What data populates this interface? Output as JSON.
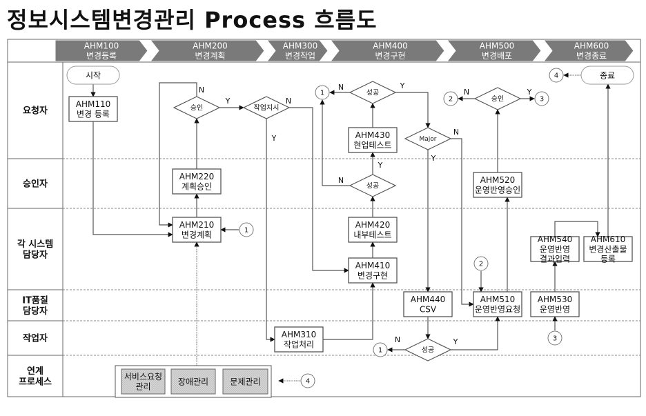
{
  "title": "정보시스템변경관리 Process 흐름도",
  "phases": [
    {
      "code": "AHM100",
      "name": "변경등록"
    },
    {
      "code": "AHM200",
      "name": "변경계획"
    },
    {
      "code": "AHM300",
      "name": "변경작업"
    },
    {
      "code": "AHM400",
      "name": "변경구현"
    },
    {
      "code": "AHM500",
      "name": "변경배포"
    },
    {
      "code": "AHM600",
      "name": "변경종료"
    }
  ],
  "lanes": [
    {
      "id": "requester",
      "lines": [
        "요청자"
      ]
    },
    {
      "id": "approver",
      "lines": [
        "승인자"
      ]
    },
    {
      "id": "system-owner",
      "lines": [
        "각 시스템",
        "담당자"
      ]
    },
    {
      "id": "it-quality",
      "lines": [
        "IT품질",
        "담당자"
      ]
    },
    {
      "id": "worker",
      "lines": [
        "작업자"
      ]
    },
    {
      "id": "linked-process",
      "lines": [
        "연계",
        "프로세스"
      ]
    }
  ],
  "terminals": {
    "start": "시작",
    "end": "종료"
  },
  "tasks": {
    "ahm110": [
      "AHM110",
      "변경 등록"
    ],
    "ahm210": [
      "AHM210",
      "변경계획"
    ],
    "ahm220": [
      "AHM220",
      "계획승인"
    ],
    "ahm310": [
      "AHM310",
      "작업처리"
    ],
    "ahm410": [
      "AHM410",
      "변경구현"
    ],
    "ahm420": [
      "AHM420",
      "내부테스트"
    ],
    "ahm430": [
      "AHM430",
      "현업테스트"
    ],
    "ahm440": [
      "AHM440",
      "CSV"
    ],
    "ahm510": [
      "AHM510",
      "운영반영요청"
    ],
    "ahm520": [
      "AHM520",
      "운영반영승인"
    ],
    "ahm530": [
      "AHM530",
      "운영반영"
    ],
    "ahm540": [
      "AHM540",
      "운영반영",
      "결과입력"
    ],
    "ahm610": [
      "AHM610",
      "변경산출물",
      "등록"
    ]
  },
  "decisions": {
    "plan_approve": "승인",
    "work_order": "작업지시",
    "user_test_ok": "성공",
    "internal_test_ok": "성공",
    "major": "Major",
    "deploy_approve": "승인",
    "csv_ok": "성공"
  },
  "branch_labels": {
    "yes": "Y",
    "no": "N"
  },
  "connectors": [
    "1",
    "2",
    "3",
    "4"
  ],
  "linked_processes": [
    "서비스요청\n관리",
    "장애관리",
    "문제관리"
  ]
}
